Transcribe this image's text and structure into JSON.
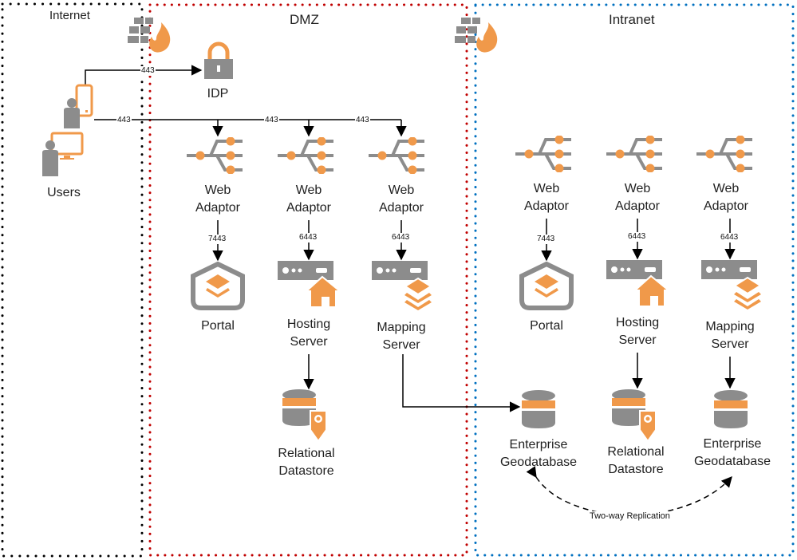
{
  "zones": [
    {
      "id": "internet",
      "label": "Internet",
      "border_color": "#000000"
    },
    {
      "id": "dmz",
      "label": "DMZ",
      "border_color": "#c00000"
    },
    {
      "id": "intranet",
      "label": "Intranet",
      "border_color": "#0070c0"
    }
  ],
  "colors": {
    "accent": "#f0994a",
    "icon_gray": "#8c8c8c",
    "line": "#000000"
  },
  "nodes": {
    "users": {
      "label": "Users",
      "icon": "users-devices-icon"
    },
    "idp": {
      "label": "IDP",
      "icon": "lock-icon"
    },
    "dmz_wa1": {
      "label1": "Web",
      "label2": "Adaptor",
      "icon": "web-adaptor-icon"
    },
    "dmz_wa2": {
      "label1": "Web",
      "label2": "Adaptor",
      "icon": "web-adaptor-icon"
    },
    "dmz_wa3": {
      "label1": "Web",
      "label2": "Adaptor",
      "icon": "web-adaptor-icon"
    },
    "dmz_portal": {
      "label": "Portal",
      "icon": "portal-icon"
    },
    "dmz_hosting": {
      "label1": "Hosting",
      "label2": "Server",
      "icon": "hosting-server-icon"
    },
    "dmz_mapping": {
      "label1": "Mapping",
      "label2": "Server",
      "icon": "mapping-server-icon"
    },
    "dmz_relational": {
      "label1": "Relational",
      "label2": "Datastore",
      "icon": "relational-datastore-icon"
    },
    "int_wa1": {
      "label1": "Web",
      "label2": "Adaptor",
      "icon": "web-adaptor-icon"
    },
    "int_wa2": {
      "label1": "Web",
      "label2": "Adaptor",
      "icon": "web-adaptor-icon"
    },
    "int_wa3": {
      "label1": "Web",
      "label2": "Adaptor",
      "icon": "web-adaptor-icon"
    },
    "int_portal": {
      "label": "Portal",
      "icon": "portal-icon"
    },
    "int_hosting": {
      "label1": "Hosting",
      "label2": "Server",
      "icon": "hosting-server-icon"
    },
    "int_mapping": {
      "label1": "Mapping",
      "label2": "Server",
      "icon": "mapping-server-icon"
    },
    "int_egdb1": {
      "label1": "Enterprise",
      "label2": "Geodatabase",
      "icon": "database-icon"
    },
    "int_relational": {
      "label1": "Relational",
      "label2": "Datastore",
      "icon": "relational-datastore-icon"
    },
    "int_egdb2": {
      "label1": "Enterprise",
      "label2": "Geodatabase",
      "icon": "database-icon"
    }
  },
  "ports": {
    "users_idp": "443",
    "users_wa_a": "443",
    "users_wa_b": "443",
    "users_wa_c": "443",
    "dmz_portal": "7443",
    "dmz_hosting": "6443",
    "dmz_mapping": "6443",
    "int_portal": "7443",
    "int_hosting": "6443",
    "int_mapping": "6443"
  },
  "replication_label": "Two-way Replication",
  "firewalls": [
    "firewall-icon",
    "firewall-icon"
  ]
}
